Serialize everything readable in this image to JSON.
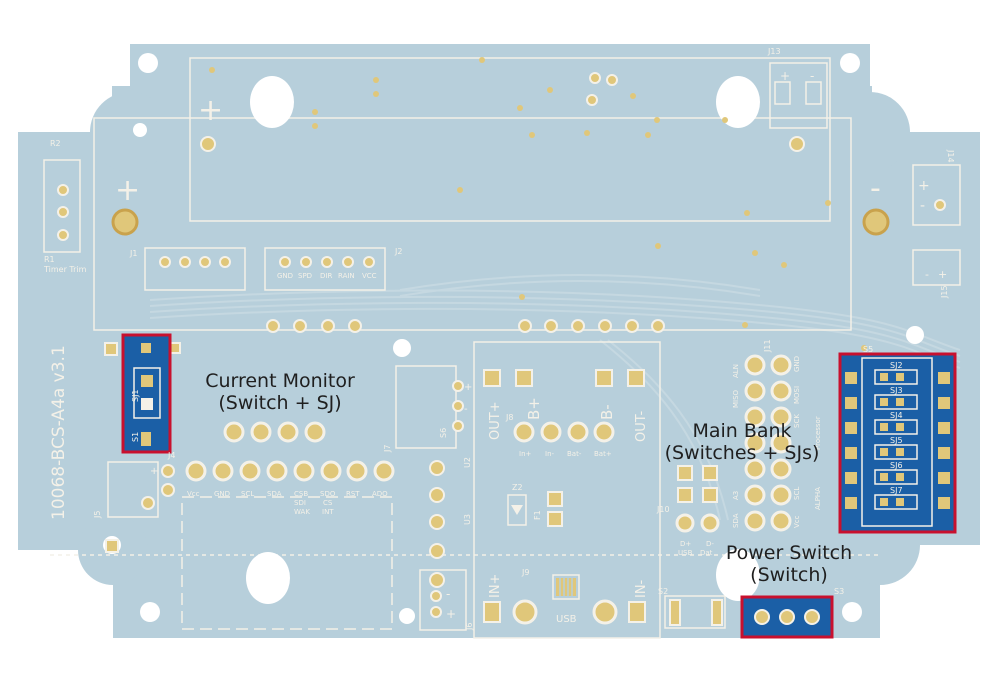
{
  "callouts": {
    "current_monitor": {
      "line1": "Current Monitor",
      "line2": "(Switch + SJ)"
    },
    "main_bank": {
      "line1": "Main Bank",
      "line2": "(Switches + SJs)"
    },
    "power_switch": {
      "line1": "Power Switch",
      "line2": "(Switch)"
    }
  },
  "board": {
    "version": "10068-BCS-A4a v3.1",
    "colors": {
      "board": "#b7cfdb",
      "silk": "#f4f1e8",
      "pad": "#e0c77a",
      "pad_dark": "#c9a24c",
      "solder_mask_blue": "#1b5fa6",
      "highlight_red": "#c8102e",
      "trace": "#c5d8e1"
    },
    "refs": {
      "r2": "R2",
      "r1": "R1",
      "timer_trim": "Timer Trim",
      "j1": "J1",
      "j2": "J2",
      "j13": "J13",
      "j14": "J14",
      "j15": "J15",
      "sj1": "SJ1",
      "s1": "S1",
      "j4": "J4",
      "j5": "J5",
      "j7": "J7",
      "s6": "S6",
      "u2": "U2",
      "u3": "U3",
      "j6": "J6",
      "j8": "J8",
      "z2": "Z2",
      "f1": "F1",
      "j9": "J9",
      "j10": "J10",
      "j11": "J11",
      "s2": "S2",
      "s3": "S3",
      "s5": "S5",
      "sj2": "SJ2",
      "sj3": "SJ3",
      "sj4": "SJ4",
      "sj5": "SJ5",
      "sj6": "SJ6",
      "sj7": "SJ7",
      "usb": "USB"
    },
    "j2_labels": [
      "GND",
      "SPD",
      "DIR",
      "RAIN",
      "VCC"
    ],
    "j4_labels": [
      "Vcc",
      "GND",
      "SCL",
      "SDA",
      "CSB",
      "SDO",
      "RST",
      "ADO"
    ],
    "j4_sub_labels": [
      "SDI",
      "CS",
      "WAK",
      "INT"
    ],
    "j8_labels": [
      "In+",
      "In-",
      "Bat-",
      "Bat+"
    ],
    "j8_big": [
      "B+",
      "B-"
    ],
    "out_labels": [
      "OUT+",
      "OUT-"
    ],
    "in_labels": [
      "IN+",
      "IN-"
    ],
    "j10_labels": [
      "D+",
      "D-",
      "USB",
      "Dat"
    ],
    "j11_labels": [
      "GND",
      "MOSI",
      "ALN",
      "MISO",
      "SCK",
      "A3",
      "SCL",
      "Vcc",
      "SDA",
      "ALPHA",
      "Processor"
    ],
    "polarity": {
      "plus": "+",
      "minus": "-"
    }
  }
}
